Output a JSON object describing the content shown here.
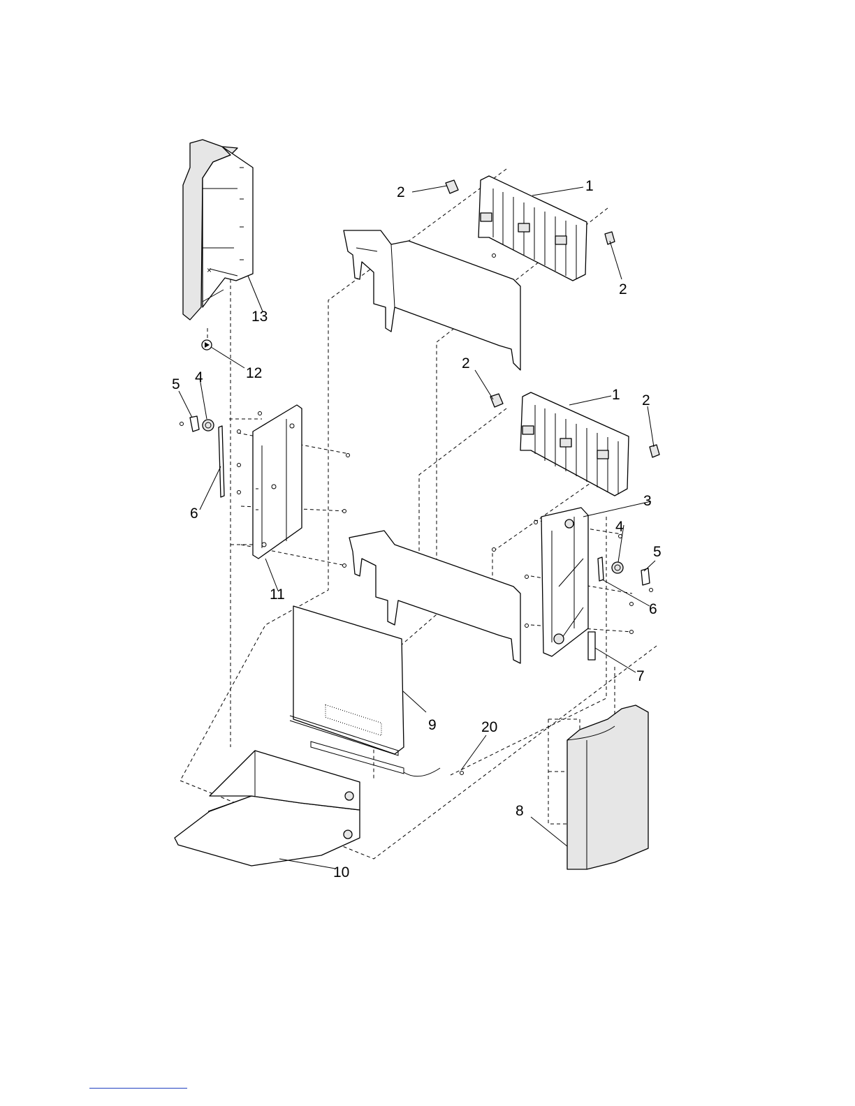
{
  "callouts": {
    "c1a": "1",
    "c1b": "1",
    "c2a": "2",
    "c2b": "2",
    "c2c": "2",
    "c2d": "2",
    "c3": "3",
    "c4a": "4",
    "c4b": "4",
    "c5a": "5",
    "c5b": "5",
    "c6a": "6",
    "c6b": "6",
    "c7": "7",
    "c8": "8",
    "c9": "9",
    "c10": "10",
    "c11": "11",
    "c12": "12",
    "c13": "13",
    "c20": "20"
  },
  "colors": {
    "line": "#000000",
    "shade": "#e6e6e6",
    "footer_rule": "#1f3fbf"
  }
}
